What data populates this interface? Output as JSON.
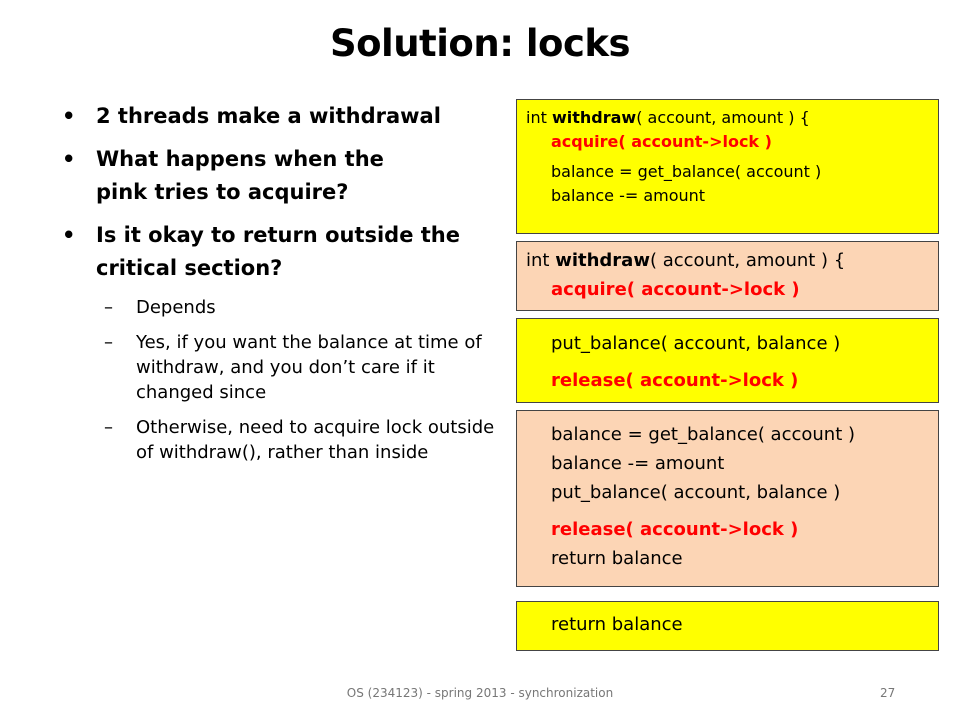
{
  "title": "Solution: locks",
  "bullets": [
    {
      "text": "2 threads make a withdrawal"
    },
    {
      "text": "What happens when the pink tries to acquire?"
    },
    {
      "text": "Is it okay to return outside the critical section?"
    }
  ],
  "sub_bullets": [
    {
      "text": "Depends"
    },
    {
      "text": "Yes, if you want the balance at time of withdraw, and you don’t care if it changed since"
    },
    {
      "text": "Otherwise, need to acquire lock outside of withdraw(), rather than inside"
    }
  ],
  "bullet_glyph": "•",
  "dash_glyph": "–",
  "code": {
    "box1": {
      "line1_prefix": "int ",
      "line1_fn": "withdraw",
      "line1_rest": "( account, amount ) {",
      "acquire": "acquire( account->lock )",
      "line3": "balance = get_balance( account )",
      "line4": "balance -= amount"
    },
    "box2": {
      "line1_prefix": "int ",
      "line1_fn": "withdraw",
      "line1_rest": "( account, amount ) {",
      "acquire": "acquire( account->lock )"
    },
    "box3": {
      "line1": "put_balance( account, balance )",
      "release": "release( account->lock )"
    },
    "box4": {
      "line1": "balance = get_balance( account )",
      "line2": "balance -= amount",
      "line3": "put_balance( account, balance )",
      "release": "release( account->lock )",
      "line5": "return balance"
    },
    "box5": {
      "line1": "return balance"
    }
  },
  "footer": "OS (234123) - spring 2013 - synchronization",
  "page_number": "27",
  "colors": {
    "yellow": "#ffff00",
    "peach": "#fcd5b5",
    "red": "#ff0000"
  }
}
